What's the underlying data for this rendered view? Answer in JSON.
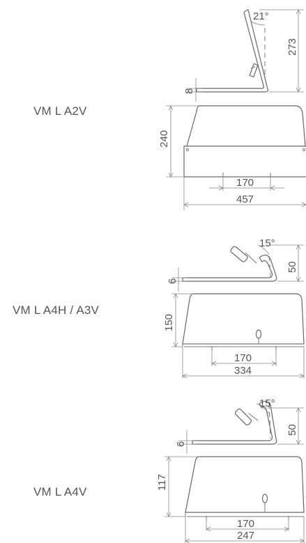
{
  "models": [
    {
      "name": "VM L A2V",
      "dims": {
        "angle": "21°",
        "holder_height": "273",
        "base_thickness": "8",
        "height": "240",
        "hole_spacing": "170",
        "width": "457"
      }
    },
    {
      "name": "VM L A4H / A3V",
      "dims": {
        "angle": "15°",
        "holder_height": "50",
        "base_thickness": "6",
        "height": "150",
        "hole_spacing": "170",
        "width": "334"
      }
    },
    {
      "name": "VM L A4V",
      "dims": {
        "angle": "15°",
        "holder_height": "50",
        "base_thickness": "6",
        "height": "117",
        "hole_spacing": "170",
        "width": "247"
      }
    }
  ],
  "colors": {
    "line": "#777777",
    "label": "#555555",
    "background": "#ffffff"
  }
}
